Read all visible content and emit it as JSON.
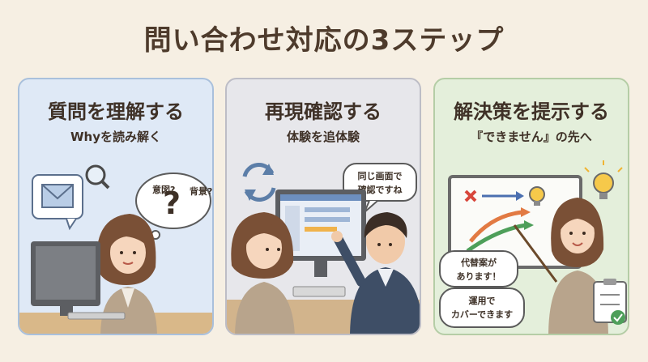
{
  "title": "問い合わせ対応の3ステップ",
  "steps": [
    {
      "heading": "質問を理解する",
      "subheading": "Whyを読み解く",
      "thought_left": "意図?",
      "thought_right": "背景?",
      "color": "#dfe9f6"
    },
    {
      "heading": "再現確認する",
      "subheading": "体験を追体験",
      "bubble_line1": "同じ画面で",
      "bubble_line2": "確認ですね",
      "color": "#e7e7eb"
    },
    {
      "heading": "解決策を提示する",
      "subheading": "『できません』の先へ",
      "bubble1_line1": "代替案が",
      "bubble1_line2": "あります！",
      "bubble2_line1": "運用で",
      "bubble2_line2": "カバーできます",
      "color": "#e4efdb"
    }
  ]
}
